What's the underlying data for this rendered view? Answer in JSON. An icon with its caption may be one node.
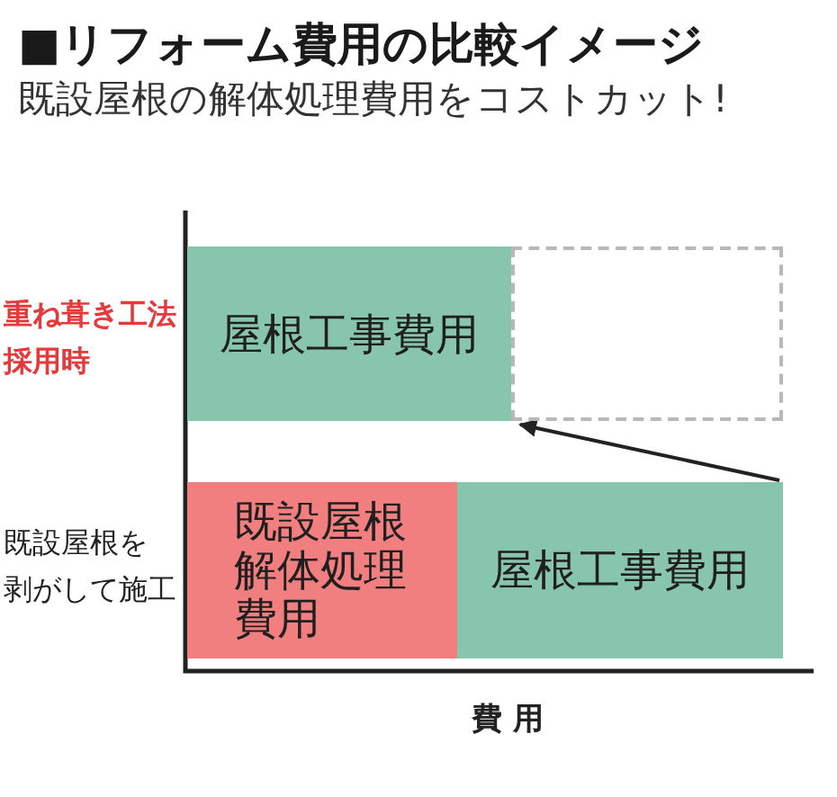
{
  "diagram": {
    "title": "■リフォーム費用の比較イメージ",
    "nodes": [
      {
        "text": [
          "屋根工事費用"
        ]
      },
      {
        "text": [],
        "shape": "box"
      },
      {
        "text": [
          "既設屋根解体処理費用"
        ]
      },
      {
        "text": [
          "屋根工事費用"
        ]
      }
    ],
    "edges": [
      {
        "from": 3,
        "to": 1,
        "arrow": "to"
      }
    ],
    "labels": [
      "既設屋根の解体処理費用をコストカット!",
      "重ね葺き工法採用時",
      "既設屋根を剥がして施工",
      "費 用"
    ]
  }
}
